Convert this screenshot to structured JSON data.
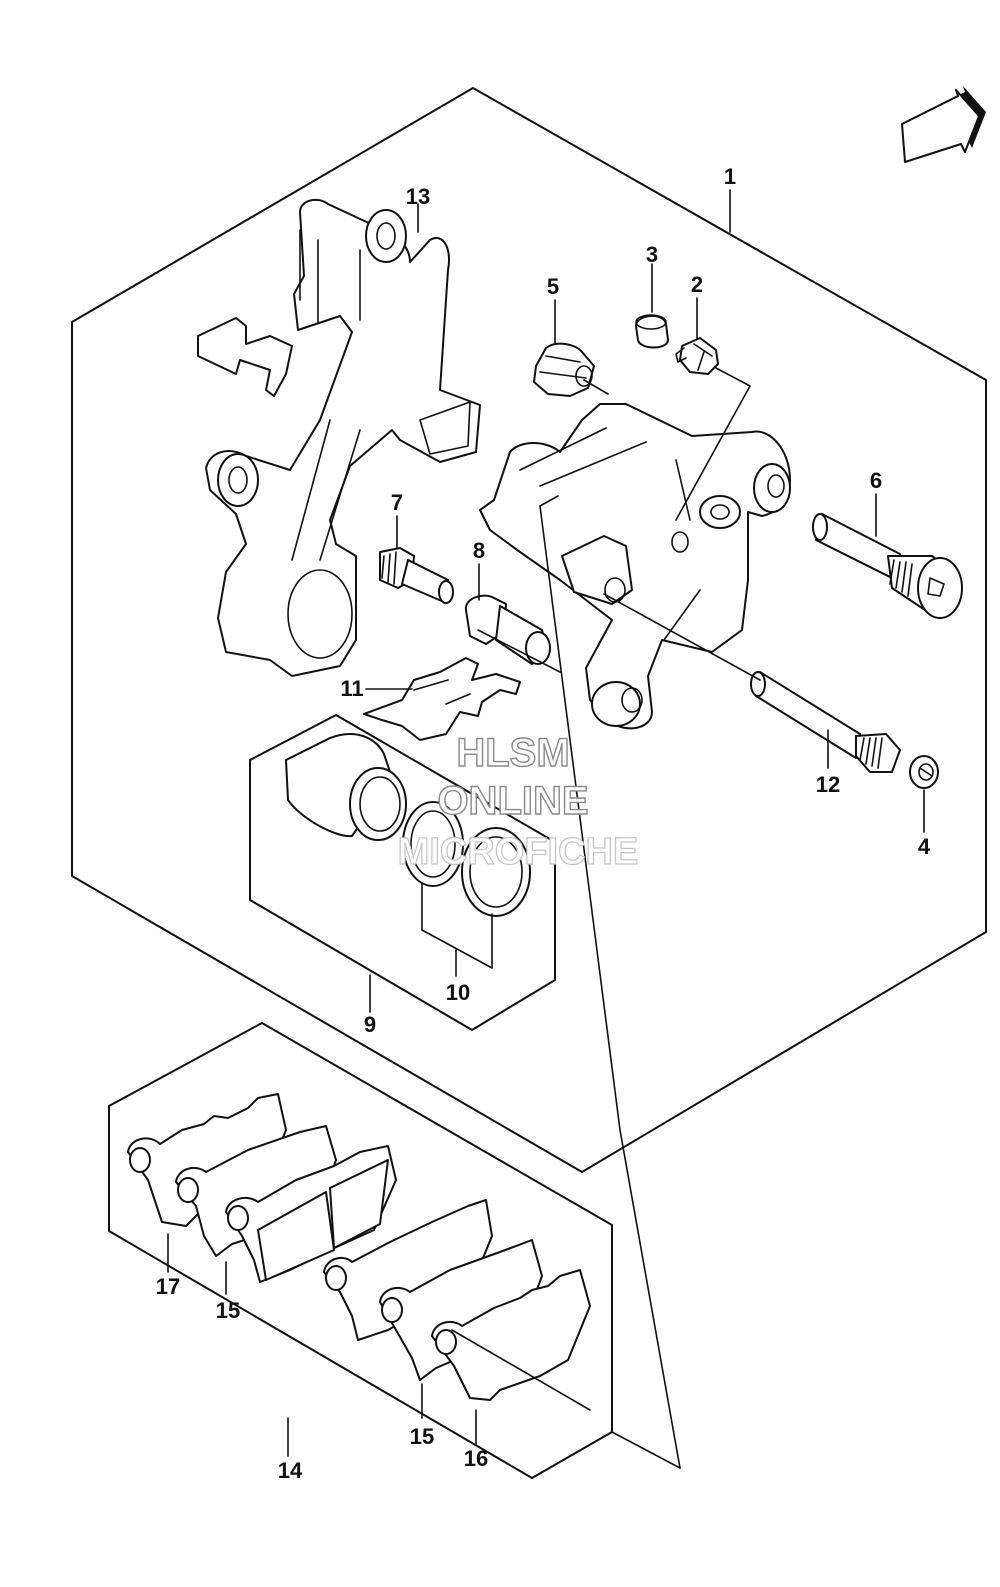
{
  "fwd_label": "FWD",
  "watermark": {
    "line1": "HLSM",
    "line2": "ONLINE",
    "line3": "MICROFICHE"
  },
  "callouts": [
    "1",
    "2",
    "3",
    "4",
    "5",
    "6",
    "7",
    "8",
    "9",
    "10",
    "11",
    "12",
    "13",
    "14",
    "15",
    "15",
    "16",
    "17"
  ]
}
